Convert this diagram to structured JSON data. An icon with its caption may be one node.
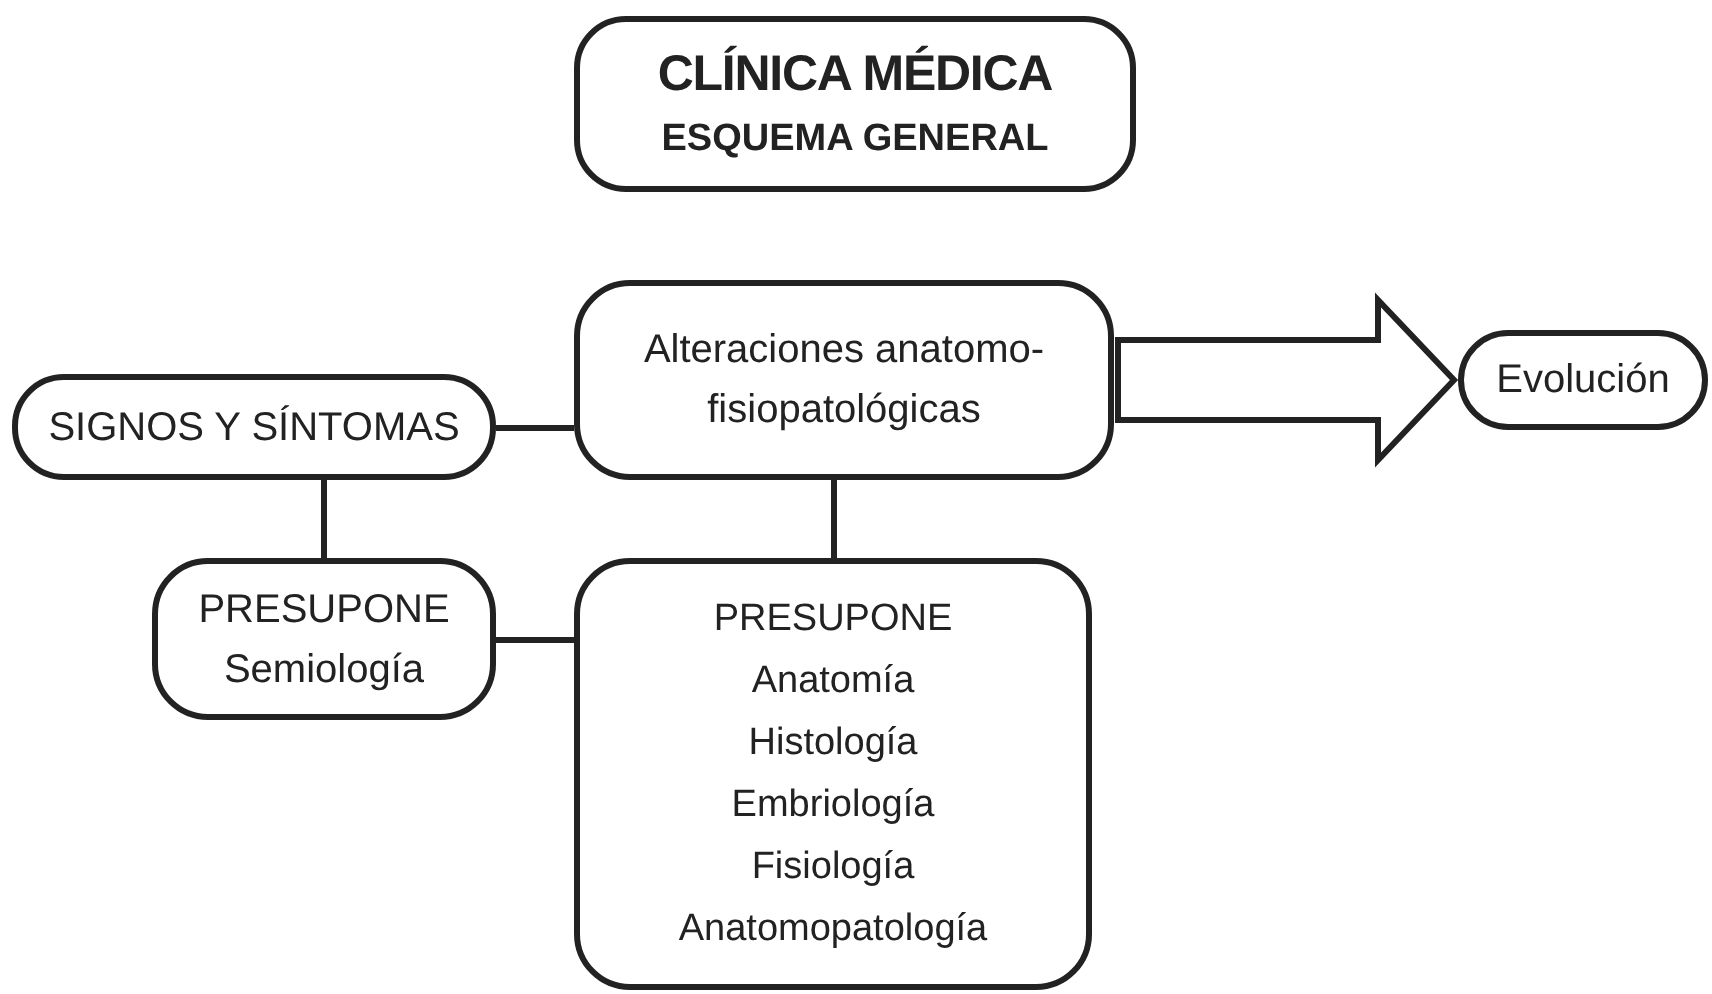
{
  "diagram": {
    "nodes": [
      {
        "text": [
          "CLÍNICA MÉDICA",
          "ESQUEMA GENERAL"
        ]
      },
      {
        "text": [
          "Alteraciones anatomo-fisiopatológicas"
        ]
      },
      {
        "text": [
          "SIGNOS Y SÍNTOMAS"
        ]
      },
      {
        "text": [
          "Evolución"
        ]
      },
      {
        "text": [
          "PRESUPONE",
          "Semiología"
        ]
      },
      {
        "text": [
          "PRESUPONE",
          "Anatomía",
          "Histología",
          "Embriología",
          "Fisiología",
          "Anatomopatología"
        ]
      }
    ],
    "edges": [
      {
        "from": 2,
        "to": 1,
        "arrow": "none"
      },
      {
        "from": 1,
        "to": 3,
        "arrow": "to",
        "style": "thick"
      },
      {
        "from": 2,
        "to": 4,
        "arrow": "none"
      },
      {
        "from": 1,
        "to": 5,
        "arrow": "none"
      },
      {
        "from": 4,
        "to": 5,
        "arrow": "none"
      }
    ]
  }
}
